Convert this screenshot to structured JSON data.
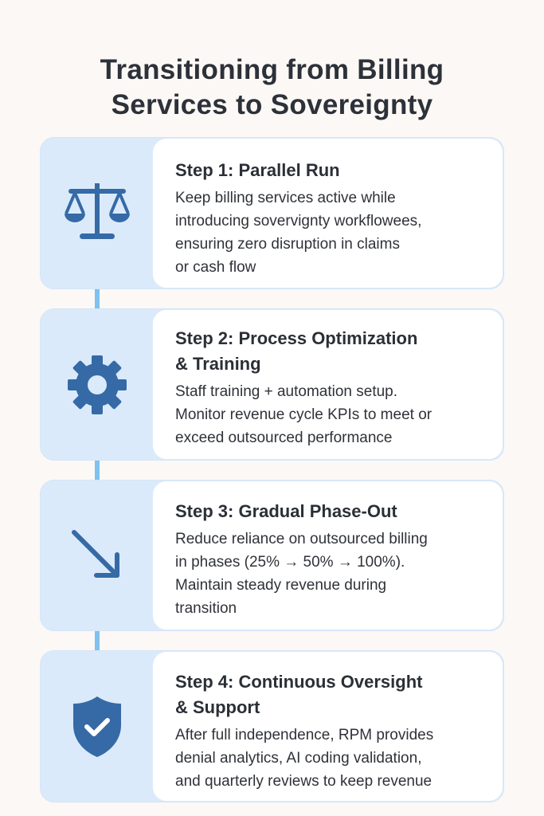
{
  "title": {
    "line1": "Transitioning from Billing",
    "line2": "Services to Sovereignty"
  },
  "colors": {
    "icon": "#356aa6",
    "panel": "#dbeafb",
    "connector": "#7fc1ef"
  },
  "steps": [
    {
      "icon": "scales-icon",
      "heading": [
        "Step 1: Parallel Run"
      ],
      "body": [
        "Keep billing services active while",
        "introducing sovervignty workflowees,",
        "ensuring zero disruption in claims",
        "or cash flow"
      ]
    },
    {
      "icon": "gear-icon",
      "heading": [
        "Step 2: Process Optimization",
        "& Training"
      ],
      "body": [
        "Staff training + automation setup.",
        "Monitor revenue cycle KPIs to meet or",
        "exceed outsourced performance"
      ]
    },
    {
      "icon": "arrow-down-right-icon",
      "heading": [
        "Step 3: Gradual Phase-Out"
      ],
      "body": [
        "Reduce reliance on outsourced billing",
        "in phases (25% → 50% → 100%).",
        "Maintain steady revenue during",
        "transition"
      ]
    },
    {
      "icon": "shield-check-icon",
      "heading": [
        "Step 4: Continuous Oversight",
        "& Support"
      ],
      "body": [
        "After full independence, RPM provides",
        "denial analytics, AI coding validation,",
        "and quarterly reviews to keep revenue"
      ]
    }
  ]
}
